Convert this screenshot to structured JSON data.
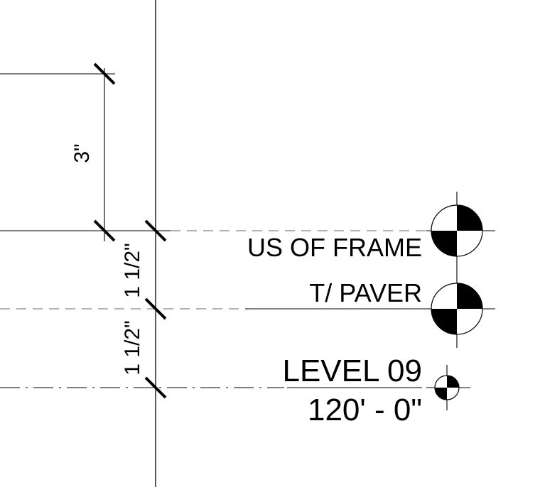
{
  "dimensions": {
    "top": "3\"",
    "middle": "1 1/2\"",
    "bottom": "1 1/2\""
  },
  "markers": {
    "frame": {
      "label": "US OF FRAME"
    },
    "paver": {
      "label": "T/ PAVER"
    },
    "level": {
      "name": "LEVEL 09",
      "elevation": "120' - 0\""
    }
  }
}
